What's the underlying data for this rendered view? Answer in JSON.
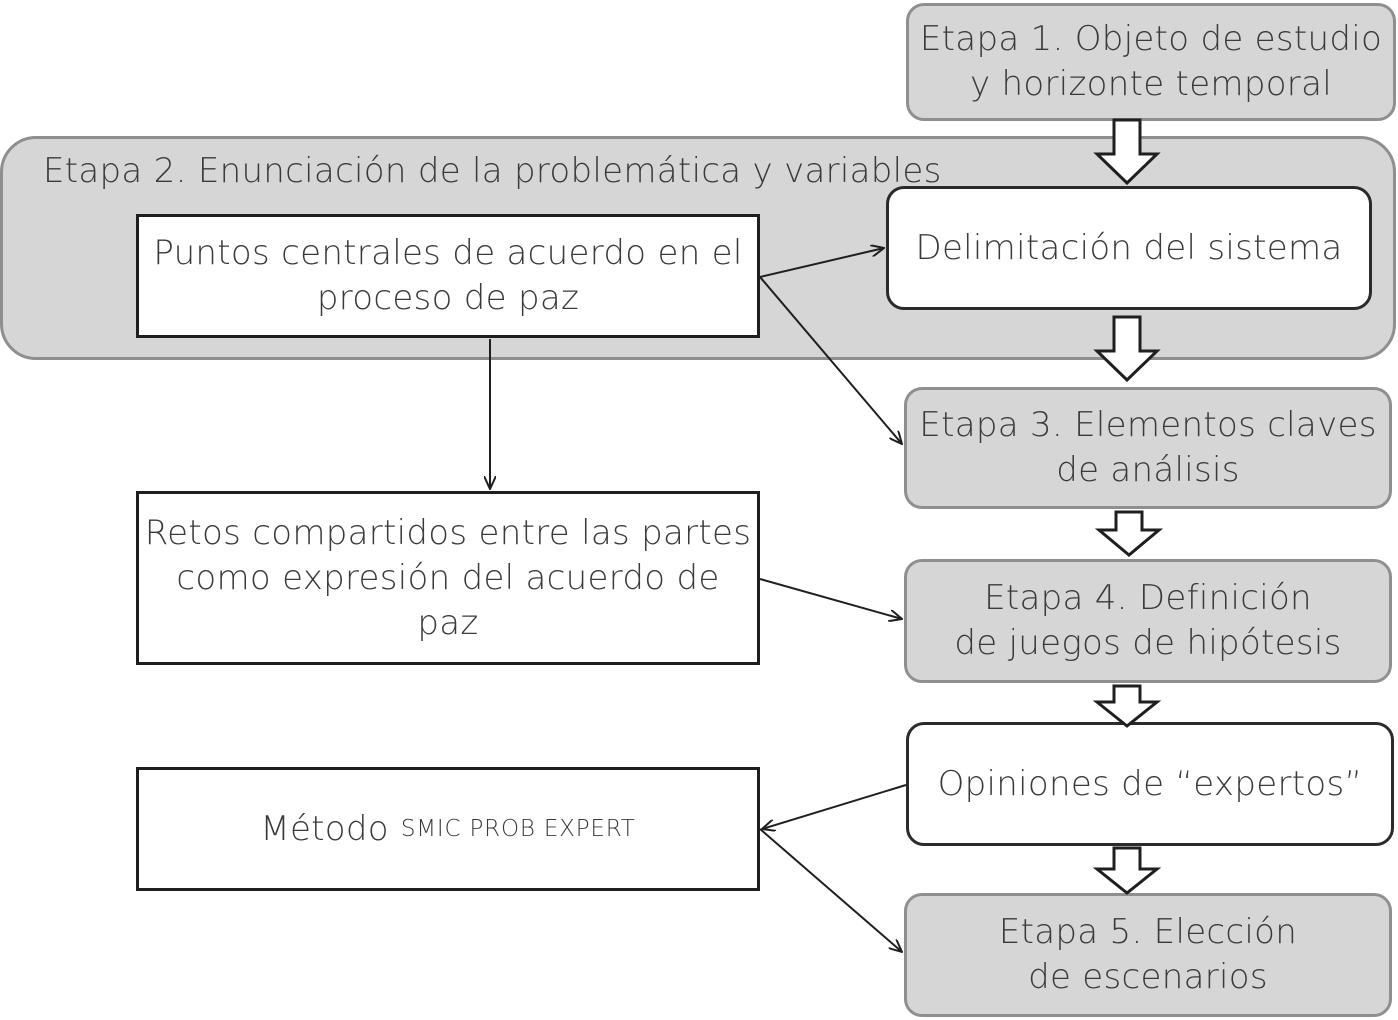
{
  "stage1": {
    "label": "Etapa 1. Objeto de estudio\ny horizonte temporal"
  },
  "stage2": {
    "label": "Etapa 2. Enunciación de la problemática y variables"
  },
  "puntos": {
    "label": "Puntos centrales de acuerdo en el\nproceso de paz"
  },
  "delimitacion": {
    "label": "Delimitación del sistema"
  },
  "stage3": {
    "label": "Etapa 3. Elementos claves\nde análisis"
  },
  "retos": {
    "label": "Retos compartidos entre las partes\ncomo expresión del acuerdo de\npaz"
  },
  "stage4": {
    "label": "Etapa 4. Definición\nde juegos de hipótesis"
  },
  "opiniones": {
    "label": "Opiniones de “expertos”"
  },
  "metodo": {
    "label_main": "Método ",
    "label_smallcaps": "SMIC PROB EXPERT"
  },
  "stage5": {
    "label": "Etapa 5. Elección\nde escenarios"
  }
}
